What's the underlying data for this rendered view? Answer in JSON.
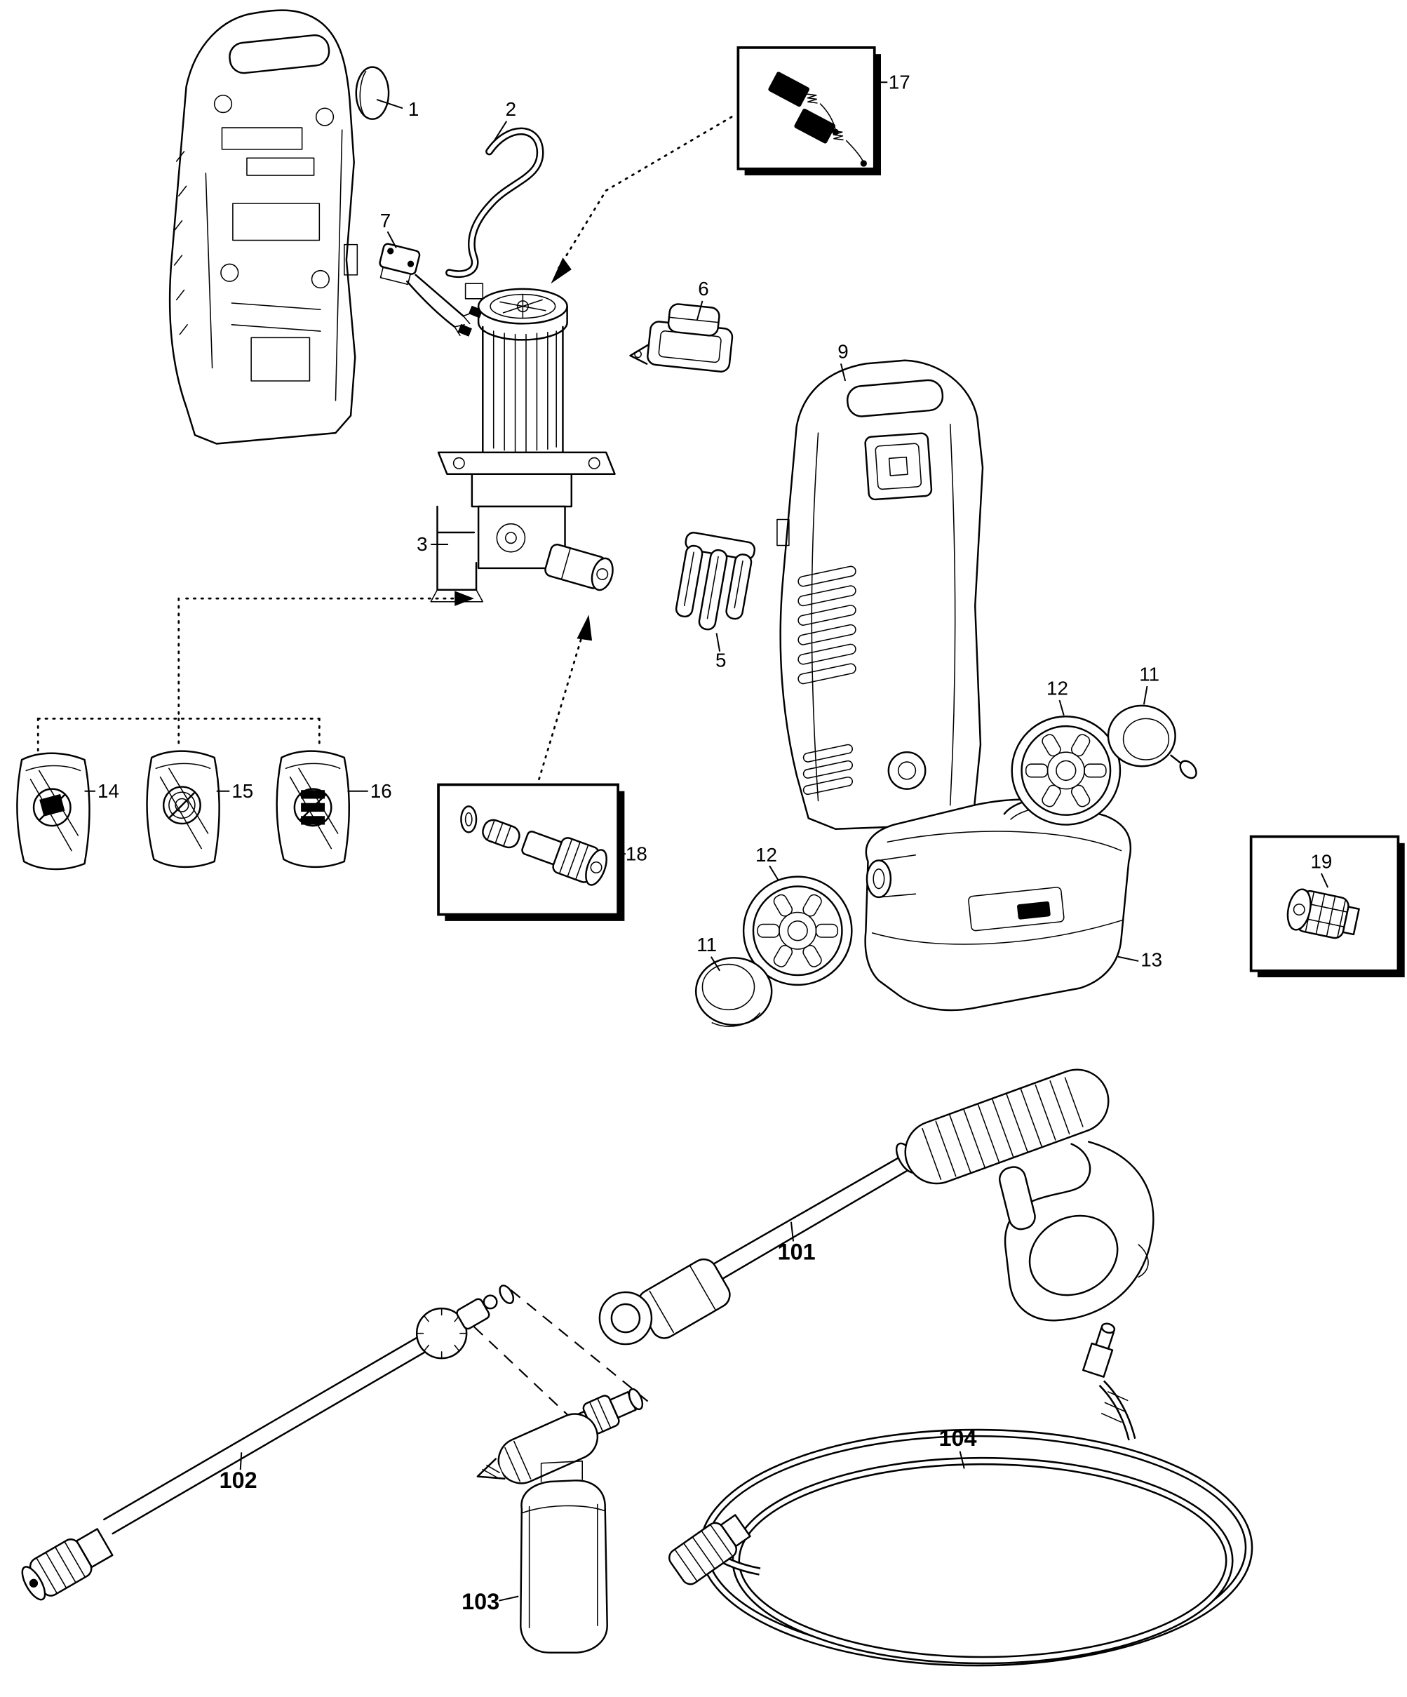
{
  "page": {
    "background": "#ffffff",
    "ink": "#000000"
  },
  "diagram": {
    "labels": [
      {
        "text": "1"
      },
      {
        "text": "2"
      },
      {
        "text": "7"
      },
      {
        "text": "17"
      },
      {
        "text": "6"
      },
      {
        "text": "9"
      },
      {
        "text": "3"
      },
      {
        "text": "5"
      },
      {
        "text": "12"
      },
      {
        "text": "11"
      },
      {
        "text": "14"
      },
      {
        "text": "15"
      },
      {
        "text": "16"
      },
      {
        "text": "18"
      },
      {
        "text": "12"
      },
      {
        "text": "11"
      },
      {
        "text": "13"
      },
      {
        "text": "19"
      },
      {
        "text": "101"
      },
      {
        "text": "102"
      },
      {
        "text": "103"
      },
      {
        "text": "104"
      }
    ]
  }
}
